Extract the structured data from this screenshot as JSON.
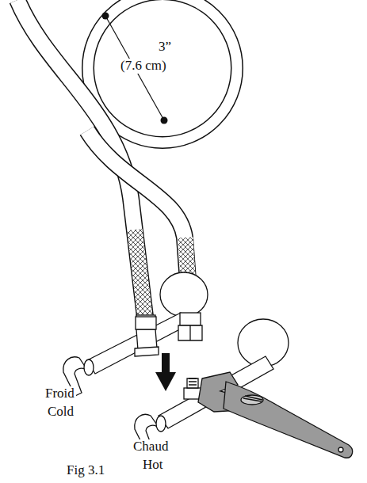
{
  "diagram": {
    "caption": "Fig 3.1",
    "labels": [
      "3”",
      "(7.6 cm)",
      "Froid",
      "Cold",
      "Chaud",
      "Hot"
    ]
  }
}
